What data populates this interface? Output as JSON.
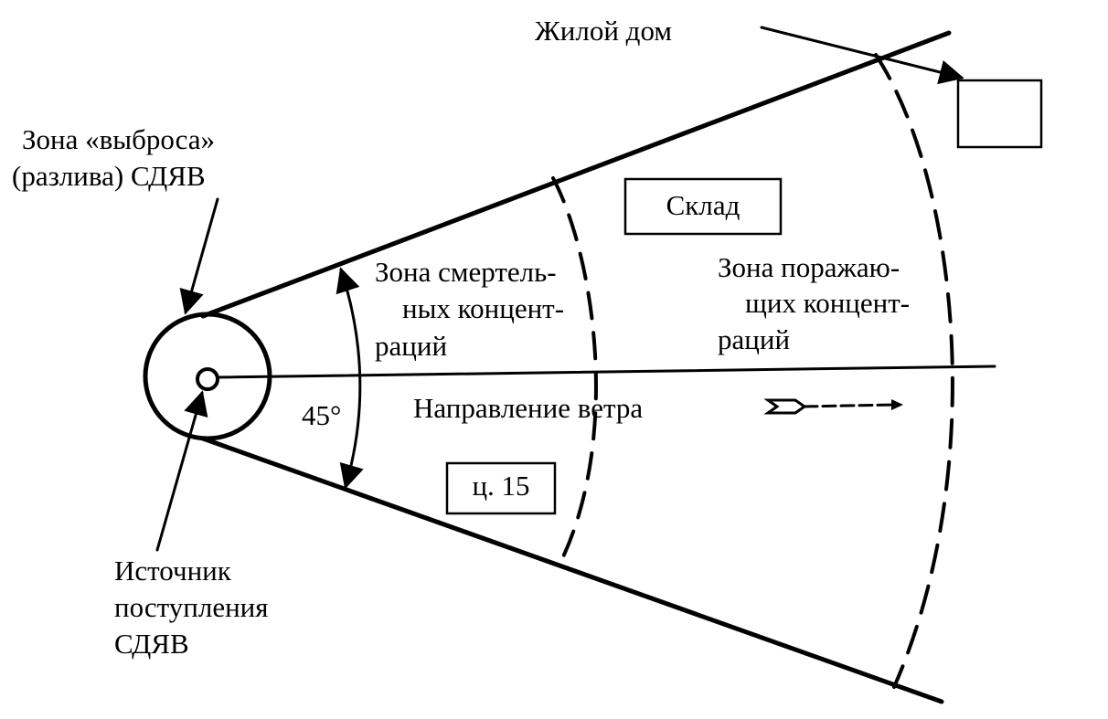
{
  "labels": {
    "house": "Жилой дом",
    "release_zone": [
      "Зона «выброса»",
      "(разлива)  СДЯВ"
    ],
    "lethal_zone": [
      "Зона смертель-",
      "ных  концент-",
      "раций"
    ],
    "damaging_zone": [
      "Зона поражаю-",
      "щих  концент-",
      "раций"
    ],
    "wind_direction": "Направление ветра",
    "angle": "45°",
    "source": [
      "Источник",
      "поступления",
      "СДЯВ"
    ]
  },
  "boxes": {
    "warehouse": "Склад",
    "workshop": "ц. 15"
  }
}
